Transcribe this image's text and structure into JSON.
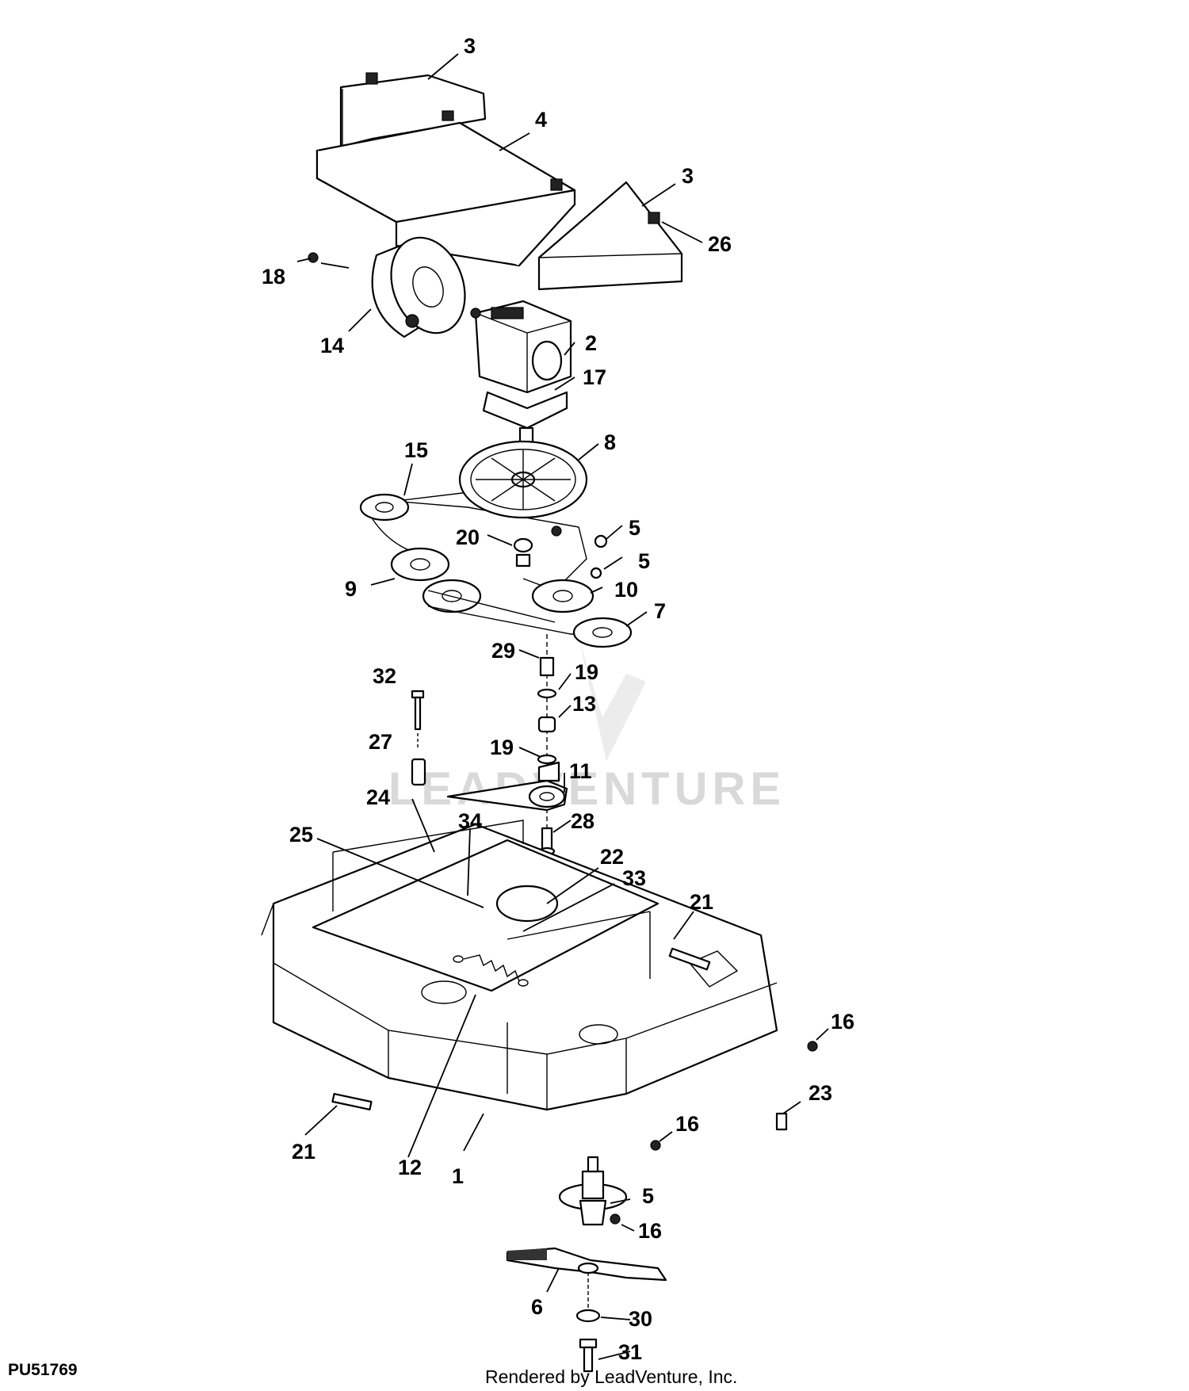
{
  "figure_id": "PU51769",
  "footer": "Rendered by LeadVenture, Inc.",
  "watermark": "LEADVENTURE",
  "callouts": [
    {
      "key": "c3a",
      "text": "3"
    },
    {
      "key": "c4",
      "text": "4"
    },
    {
      "key": "c3b",
      "text": "3"
    },
    {
      "key": "c26",
      "text": "26"
    },
    {
      "key": "c18",
      "text": "18"
    },
    {
      "key": "c14",
      "text": "14"
    },
    {
      "key": "c2",
      "text": "2"
    },
    {
      "key": "c17",
      "text": "17"
    },
    {
      "key": "c15",
      "text": "15"
    },
    {
      "key": "c8",
      "text": "8"
    },
    {
      "key": "c5a",
      "text": "5"
    },
    {
      "key": "c5b",
      "text": "5"
    },
    {
      "key": "c20",
      "text": "20"
    },
    {
      "key": "c9",
      "text": "9"
    },
    {
      "key": "c10",
      "text": "10"
    },
    {
      "key": "c7",
      "text": "7"
    },
    {
      "key": "c29",
      "text": "29"
    },
    {
      "key": "c19a",
      "text": "19"
    },
    {
      "key": "c32",
      "text": "32"
    },
    {
      "key": "c13",
      "text": "13"
    },
    {
      "key": "c27",
      "text": "27"
    },
    {
      "key": "c19b",
      "text": "19"
    },
    {
      "key": "c11",
      "text": "11"
    },
    {
      "key": "c24",
      "text": "24"
    },
    {
      "key": "c34",
      "text": "34"
    },
    {
      "key": "c28",
      "text": "28"
    },
    {
      "key": "c25",
      "text": "25"
    },
    {
      "key": "c22",
      "text": "22"
    },
    {
      "key": "c33",
      "text": "33"
    },
    {
      "key": "c21a",
      "text": "21"
    },
    {
      "key": "c16a",
      "text": "16"
    },
    {
      "key": "c23",
      "text": "23"
    },
    {
      "key": "c16b",
      "text": "16"
    },
    {
      "key": "c21b",
      "text": "21"
    },
    {
      "key": "c12",
      "text": "12"
    },
    {
      "key": "c1",
      "text": "1"
    },
    {
      "key": "c5c",
      "text": "5"
    },
    {
      "key": "c16c",
      "text": "16"
    },
    {
      "key": "c6",
      "text": "6"
    },
    {
      "key": "c30",
      "text": "30"
    },
    {
      "key": "c31",
      "text": "31"
    }
  ]
}
